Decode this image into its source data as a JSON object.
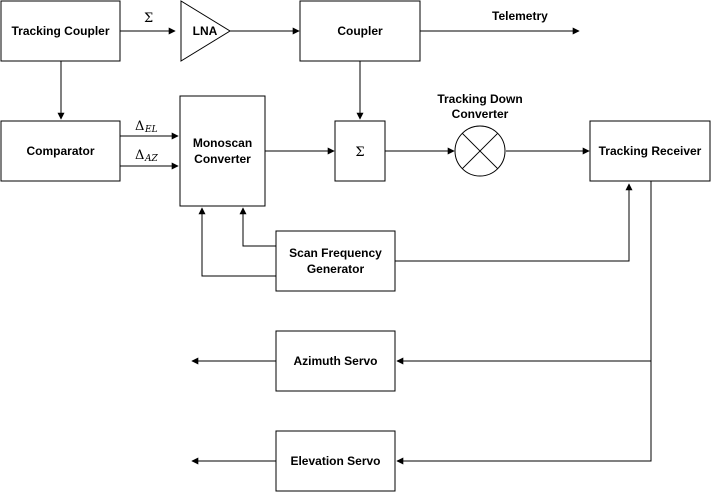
{
  "blocks": {
    "tracking_coupler": "Tracking Coupler",
    "lna": "LNA",
    "coupler": "Coupler",
    "telemetry": "Telemetry",
    "comparator": "Comparator",
    "monoscan_line1": "Monoscan",
    "monoscan_line2": "Converter",
    "sum_block": "Σ",
    "tracking_down_line1": "Tracking Down",
    "tracking_down_line2": "Converter",
    "tracking_receiver": "Tracking Receiver",
    "scan_freq_line1": "Scan Frequency",
    "scan_freq_line2": "Generator",
    "azimuth_servo": "Azimuth Servo",
    "elevation_servo": "Elevation Servo"
  },
  "signals": {
    "sum_label": "Σ",
    "delta_symbol": "Δ",
    "delta_el_sub": "EL",
    "delta_az_sub": "AZ"
  }
}
